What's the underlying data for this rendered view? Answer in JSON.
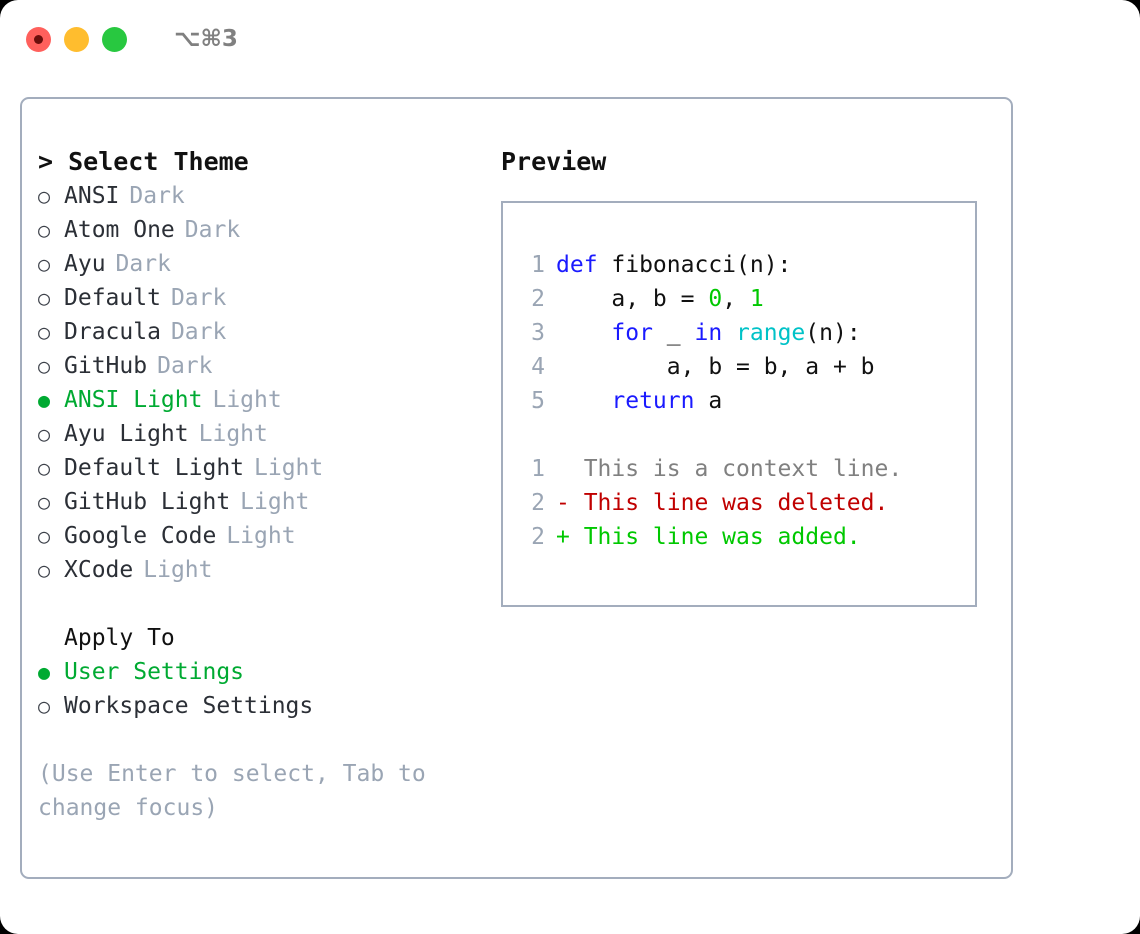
{
  "window": {
    "shortcut": "⌥⌘3",
    "traffic_lights": [
      {
        "name": "close",
        "color": "#ff605c"
      },
      {
        "name": "minimize",
        "color": "#ffbd2e"
      },
      {
        "name": "maximize",
        "color": "#28c840"
      }
    ]
  },
  "theme_panel": {
    "title": "> Select Theme",
    "selected_marker": "●",
    "unselected_marker": "○",
    "accent_color": "#00aa32",
    "items": [
      {
        "marker": "○",
        "label": "ANSI",
        "tag": "Dark",
        "selected": false
      },
      {
        "marker": "○",
        "label": "Atom One",
        "tag": "Dark",
        "selected": false
      },
      {
        "marker": "○",
        "label": "Ayu",
        "tag": "Dark",
        "selected": false
      },
      {
        "marker": "○",
        "label": "Default",
        "tag": "Dark",
        "selected": false
      },
      {
        "marker": "○",
        "label": "Dracula",
        "tag": "Dark",
        "selected": false
      },
      {
        "marker": "○",
        "label": "GitHub",
        "tag": "Dark",
        "selected": false
      },
      {
        "marker": "●",
        "label": "ANSI Light",
        "tag": "Light",
        "selected": true
      },
      {
        "marker": "○",
        "label": "Ayu Light",
        "tag": "Light",
        "selected": false
      },
      {
        "marker": "○",
        "label": "Default Light",
        "tag": "Light",
        "selected": false
      },
      {
        "marker": "○",
        "label": "GitHub Light",
        "tag": "Light",
        "selected": false
      },
      {
        "marker": "○",
        "label": "Google Code",
        "tag": "Light",
        "selected": false
      },
      {
        "marker": "○",
        "label": "XCode",
        "tag": "Light",
        "selected": false
      }
    ],
    "apply_to": {
      "heading": "Apply To",
      "items": [
        {
          "marker": "●",
          "label": "User Settings",
          "selected": true
        },
        {
          "marker": "○",
          "label": "Workspace Settings",
          "selected": false
        }
      ]
    },
    "hint": "(Use Enter to select, Tab to change focus)"
  },
  "preview_panel": {
    "title": "Preview",
    "code_lines": [
      {
        "number": "1",
        "tokens": [
          {
            "text": "def ",
            "kind": "kw"
          },
          {
            "text": "fibonacci(n):",
            "kind": "pl"
          }
        ]
      },
      {
        "number": "2",
        "tokens": [
          {
            "text": "    a, b = ",
            "kind": "pl"
          },
          {
            "text": "0",
            "kind": "num"
          },
          {
            "text": ", ",
            "kind": "pl"
          },
          {
            "text": "1",
            "kind": "num"
          }
        ]
      },
      {
        "number": "3",
        "tokens": [
          {
            "text": "    for",
            "kind": "kw"
          },
          {
            "text": " _ ",
            "kind": "pl"
          },
          {
            "text": "in",
            "kind": "kw"
          },
          {
            "text": " ",
            "kind": "pl"
          },
          {
            "text": "range",
            "kind": "bi"
          },
          {
            "text": "(n):",
            "kind": "pl"
          }
        ]
      },
      {
        "number": "4",
        "tokens": [
          {
            "text": "        a, b = b, a + b",
            "kind": "pl"
          }
        ]
      },
      {
        "number": "5",
        "tokens": [
          {
            "text": "    return",
            "kind": "kw"
          },
          {
            "text": " a",
            "kind": "pl"
          }
        ]
      }
    ],
    "diff_lines": [
      {
        "number": "1",
        "text": "  This is a context line.",
        "kind": "ctx"
      },
      {
        "number": "2",
        "text": "- This line was deleted.",
        "kind": "del"
      },
      {
        "number": "2",
        "text": "+ This line was added.",
        "kind": "add"
      }
    ]
  }
}
